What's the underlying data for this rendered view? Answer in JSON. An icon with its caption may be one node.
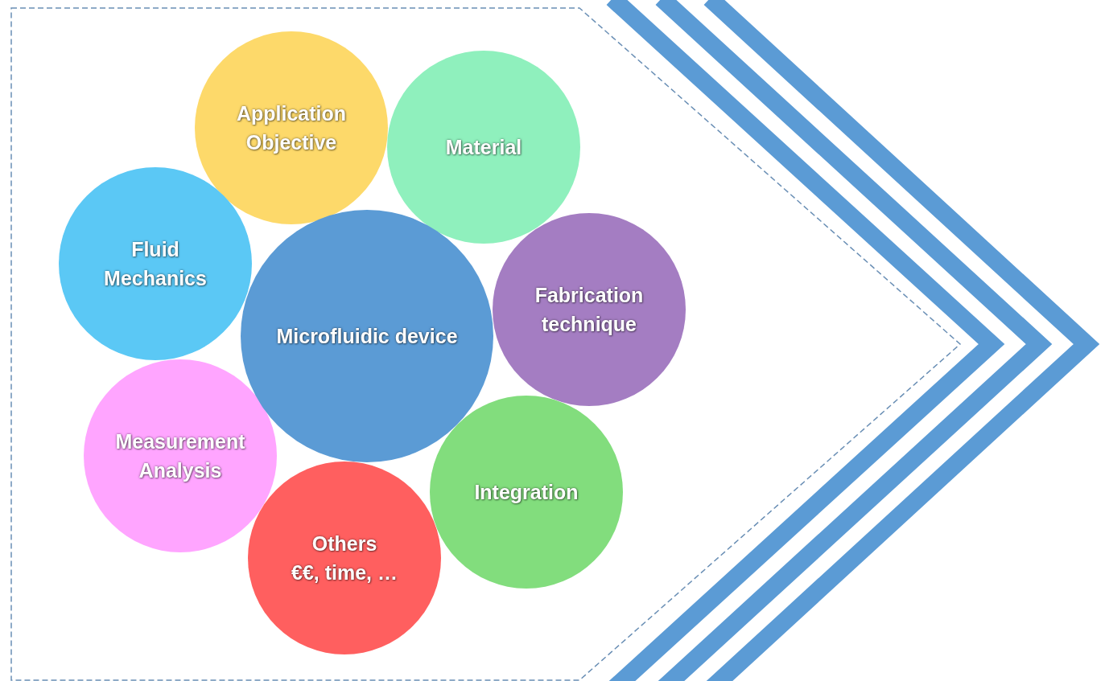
{
  "diagram": {
    "nodes": [
      {
        "text": [
          "Application Objective"
        ]
      },
      {
        "text": [
          "Material"
        ]
      },
      {
        "text": [
          "Fluid Mechanics"
        ]
      },
      {
        "text": [
          "Microfluidic device"
        ]
      },
      {
        "text": [
          "Fabrication technique"
        ]
      },
      {
        "text": [
          "Measurement Analysis"
        ]
      },
      {
        "text": [
          "Integration"
        ]
      },
      {
        "text": [
          "Others",
          "€€, time, …"
        ]
      }
    ]
  }
}
